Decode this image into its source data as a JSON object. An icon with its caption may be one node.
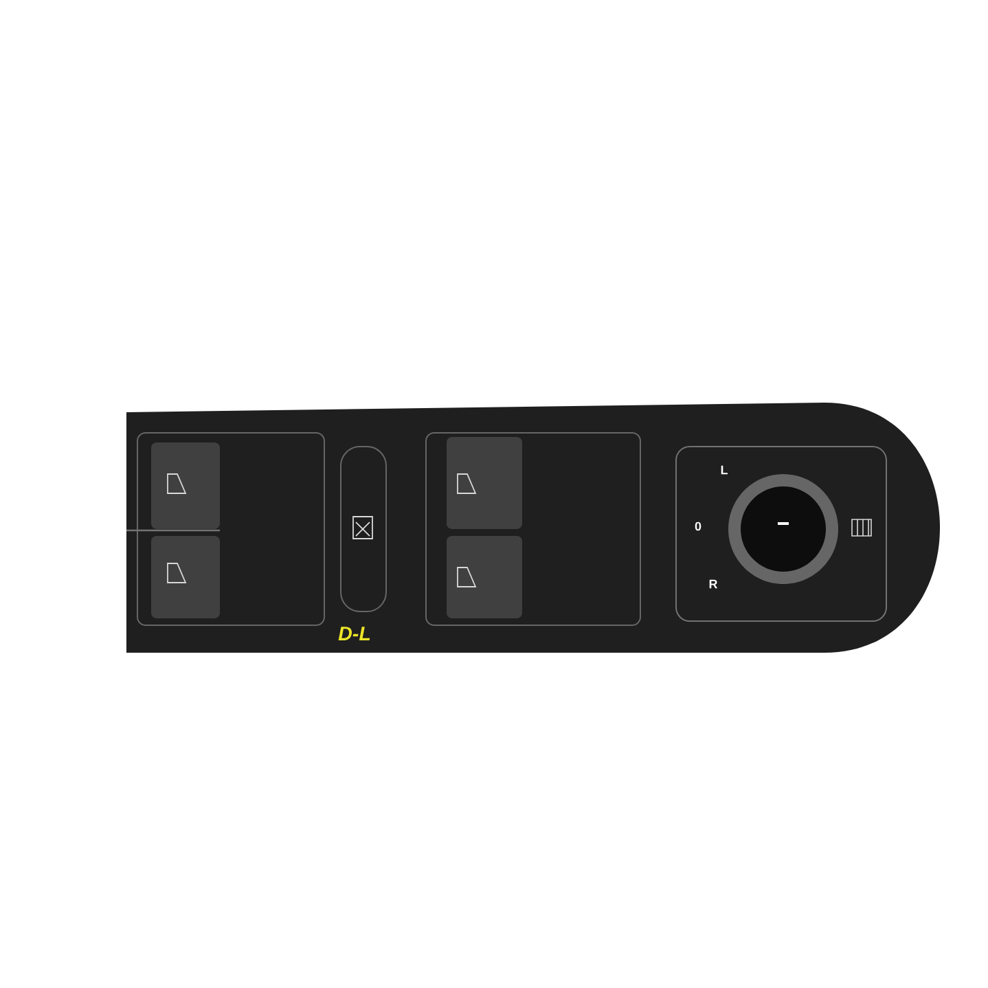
{
  "diagram": {
    "labels": [
      "L",
      "0",
      "R",
      "D-L"
    ]
  }
}
